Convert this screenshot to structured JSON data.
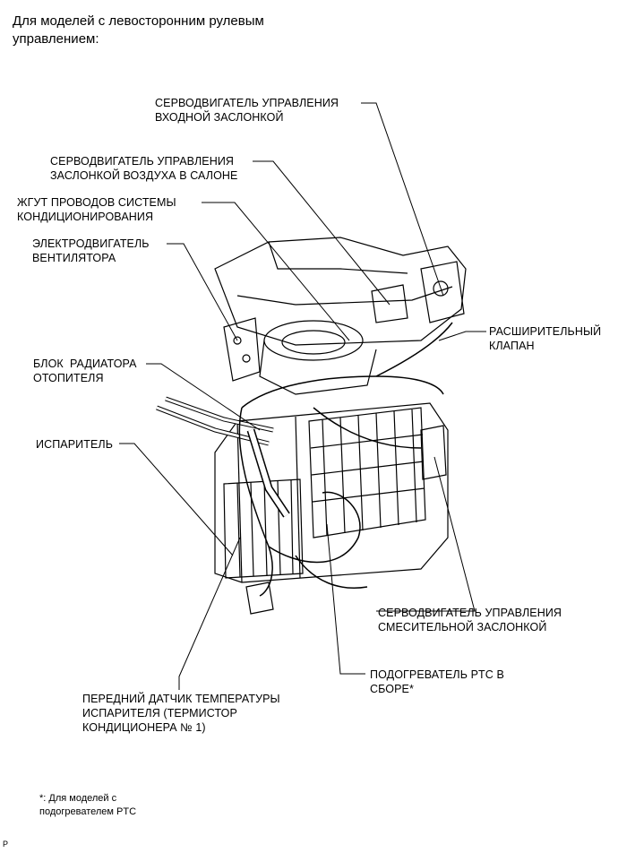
{
  "header": {
    "line1": "Для моделей с левосторонним рулевым",
    "line2": "управлением:"
  },
  "labels": {
    "intake_servo": [
      "СЕРВОДВИГАТЕЛЬ УПРАВЛЕНИЯ",
      "ВХОДНОЙ ЗАСЛОНКОЙ"
    ],
    "cabin_air_servo": [
      "СЕРВОДВИГАТЕЛЬ УПРАВЛЕНИЯ",
      "ЗАСЛОНКОЙ ВОЗДУХА В САЛОНЕ"
    ],
    "ac_harness": [
      "ЖГУТ ПРОВОДОВ СИСТЕМЫ",
      "КОНДИЦИОНИРОВАНИЯ"
    ],
    "blower_motor": [
      "ЭЛЕКТРОДВИГАТЕЛЬ",
      "ВЕНТИЛЯТОРА"
    ],
    "expansion_valve": [
      "РАСШИРИТЕЛЬНЫЙ",
      "КЛАПАН"
    ],
    "heater_core": [
      "БЛОК  РАДИАТОРА",
      "ОТОПИТЕЛЯ"
    ],
    "evaporator": [
      "ИСПАРИТЕЛЬ"
    ],
    "mix_servo": [
      "СЕРВОДВИГАТЕЛЬ УПРАВЛЕНИЯ",
      "СМЕСИТЕЛЬНОЙ ЗАСЛОНКОЙ"
    ],
    "ptc_heater": [
      "ПОДОГРЕВАТЕЛЬ PTC В",
      "СБОРЕ*"
    ],
    "evap_temp_sensor": [
      "ПЕРЕДНИЙ ДАТЧИК ТЕМПЕРАТУРЫ",
      "ИСПАРИТЕЛЯ (ТЕРМИСТОР",
      "КОНДИЦИОНЕРА № 1)"
    ]
  },
  "footnote": {
    "line1": "*: Для моделей с",
    "line2": "подогревателем PTC"
  },
  "illustration_code": "P"
}
